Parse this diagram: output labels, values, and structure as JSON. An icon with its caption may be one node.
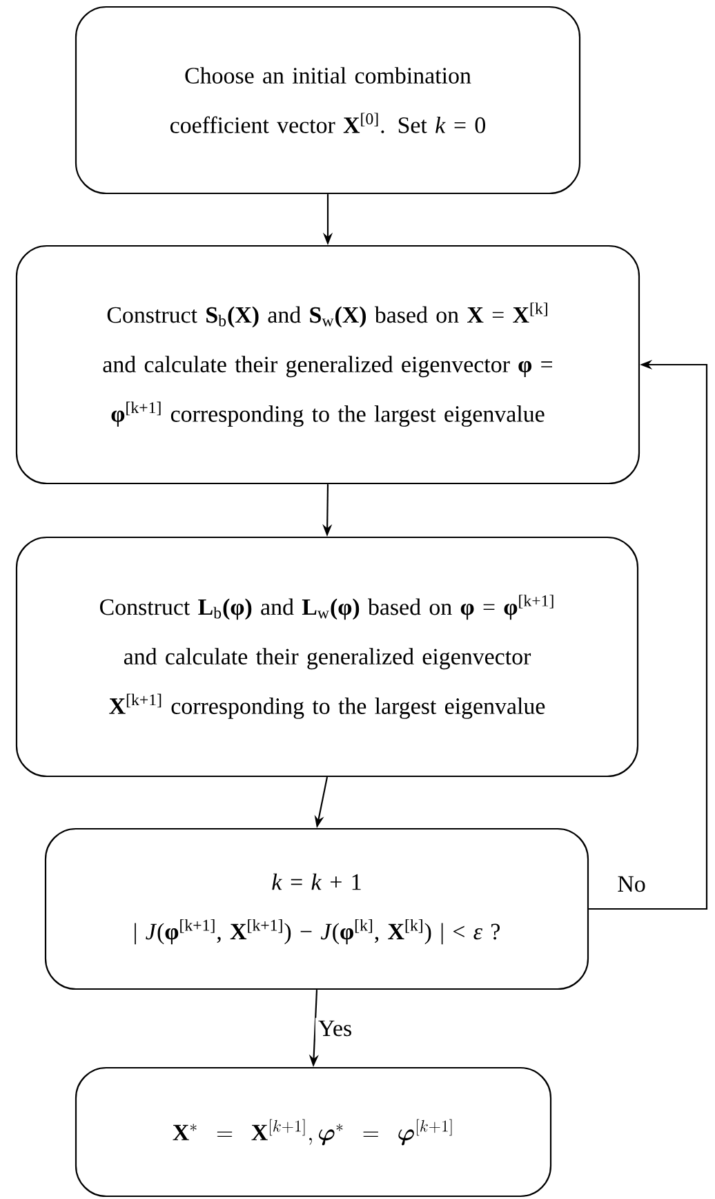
{
  "diagram": {
    "nodes": [
      {
        "text": [
          "Choose an initial combination coefficient vector **X**$^{[0]}$. Set *k* = 0"
        ]
      },
      {
        "text": [
          "Construct **S**$_{b}$**(X)** and **S**$_{w}$**(X)** based on **X** = **X**$^{[k]}$ and calculate their generalized eigenvector **φ** = **φ**$^{[k+1]}$ corresponding to the largest eigenvalue"
        ]
      },
      {
        "text": [
          "Construct **L**$_{b}$**(φ)** and **L**$_{w}$**(φ)** based on **φ** = **φ**$^{[k+1]}$ and calculate their generalized eigenvector **X**$^{[k+1]}$ corresponding to the largest eigenvalue"
        ]
      },
      {
        "text": [
          "*k* = *k* + 1",
          "| *J*(**φ**$^{[k+1]}$, **X**$^{[k+1]}$) − *J*(**φ**$^{[k]}$, **X**$^{[k]}$) | < *ε* ?"
        ]
      },
      {
        "text": [
          "\\mathbf{X}^{*} = \\mathbf{X}^{[k+1]}, \\boldsymbol{\\varphi}^{*} = \\boldsymbol{\\varphi}^{[k+1]}"
        ]
      }
    ],
    "edges": [
      {
        "from": 0,
        "to": 1,
        "arrow": "to"
      },
      {
        "from": 1,
        "to": 2,
        "arrow": "to"
      },
      {
        "from": 2,
        "to": 3,
        "arrow": "to"
      },
      {
        "from": 3,
        "to": 4,
        "arrow": "to",
        "label": "Yes"
      },
      {
        "from": 3,
        "to": 1,
        "arrow": "to",
        "label": "No"
      }
    ]
  }
}
